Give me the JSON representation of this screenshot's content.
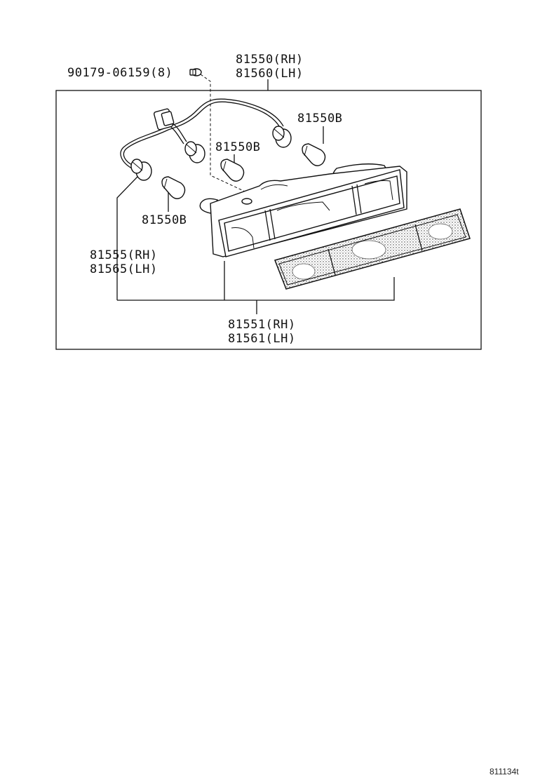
{
  "labels": {
    "screw": "90179-06159(8)",
    "assy_rh": "81550(RH)",
    "assy_lh": "81560(LH)",
    "bulb_top_right": "81550B",
    "bulb_center": "81550B",
    "bulb_left": "81550B",
    "socket_rh": "81555(RH)",
    "socket_lh": "81565(LH)",
    "lens_rh": "81551(RH)",
    "lens_lh": "81561(LH)"
  },
  "diagram_id": "811134t"
}
